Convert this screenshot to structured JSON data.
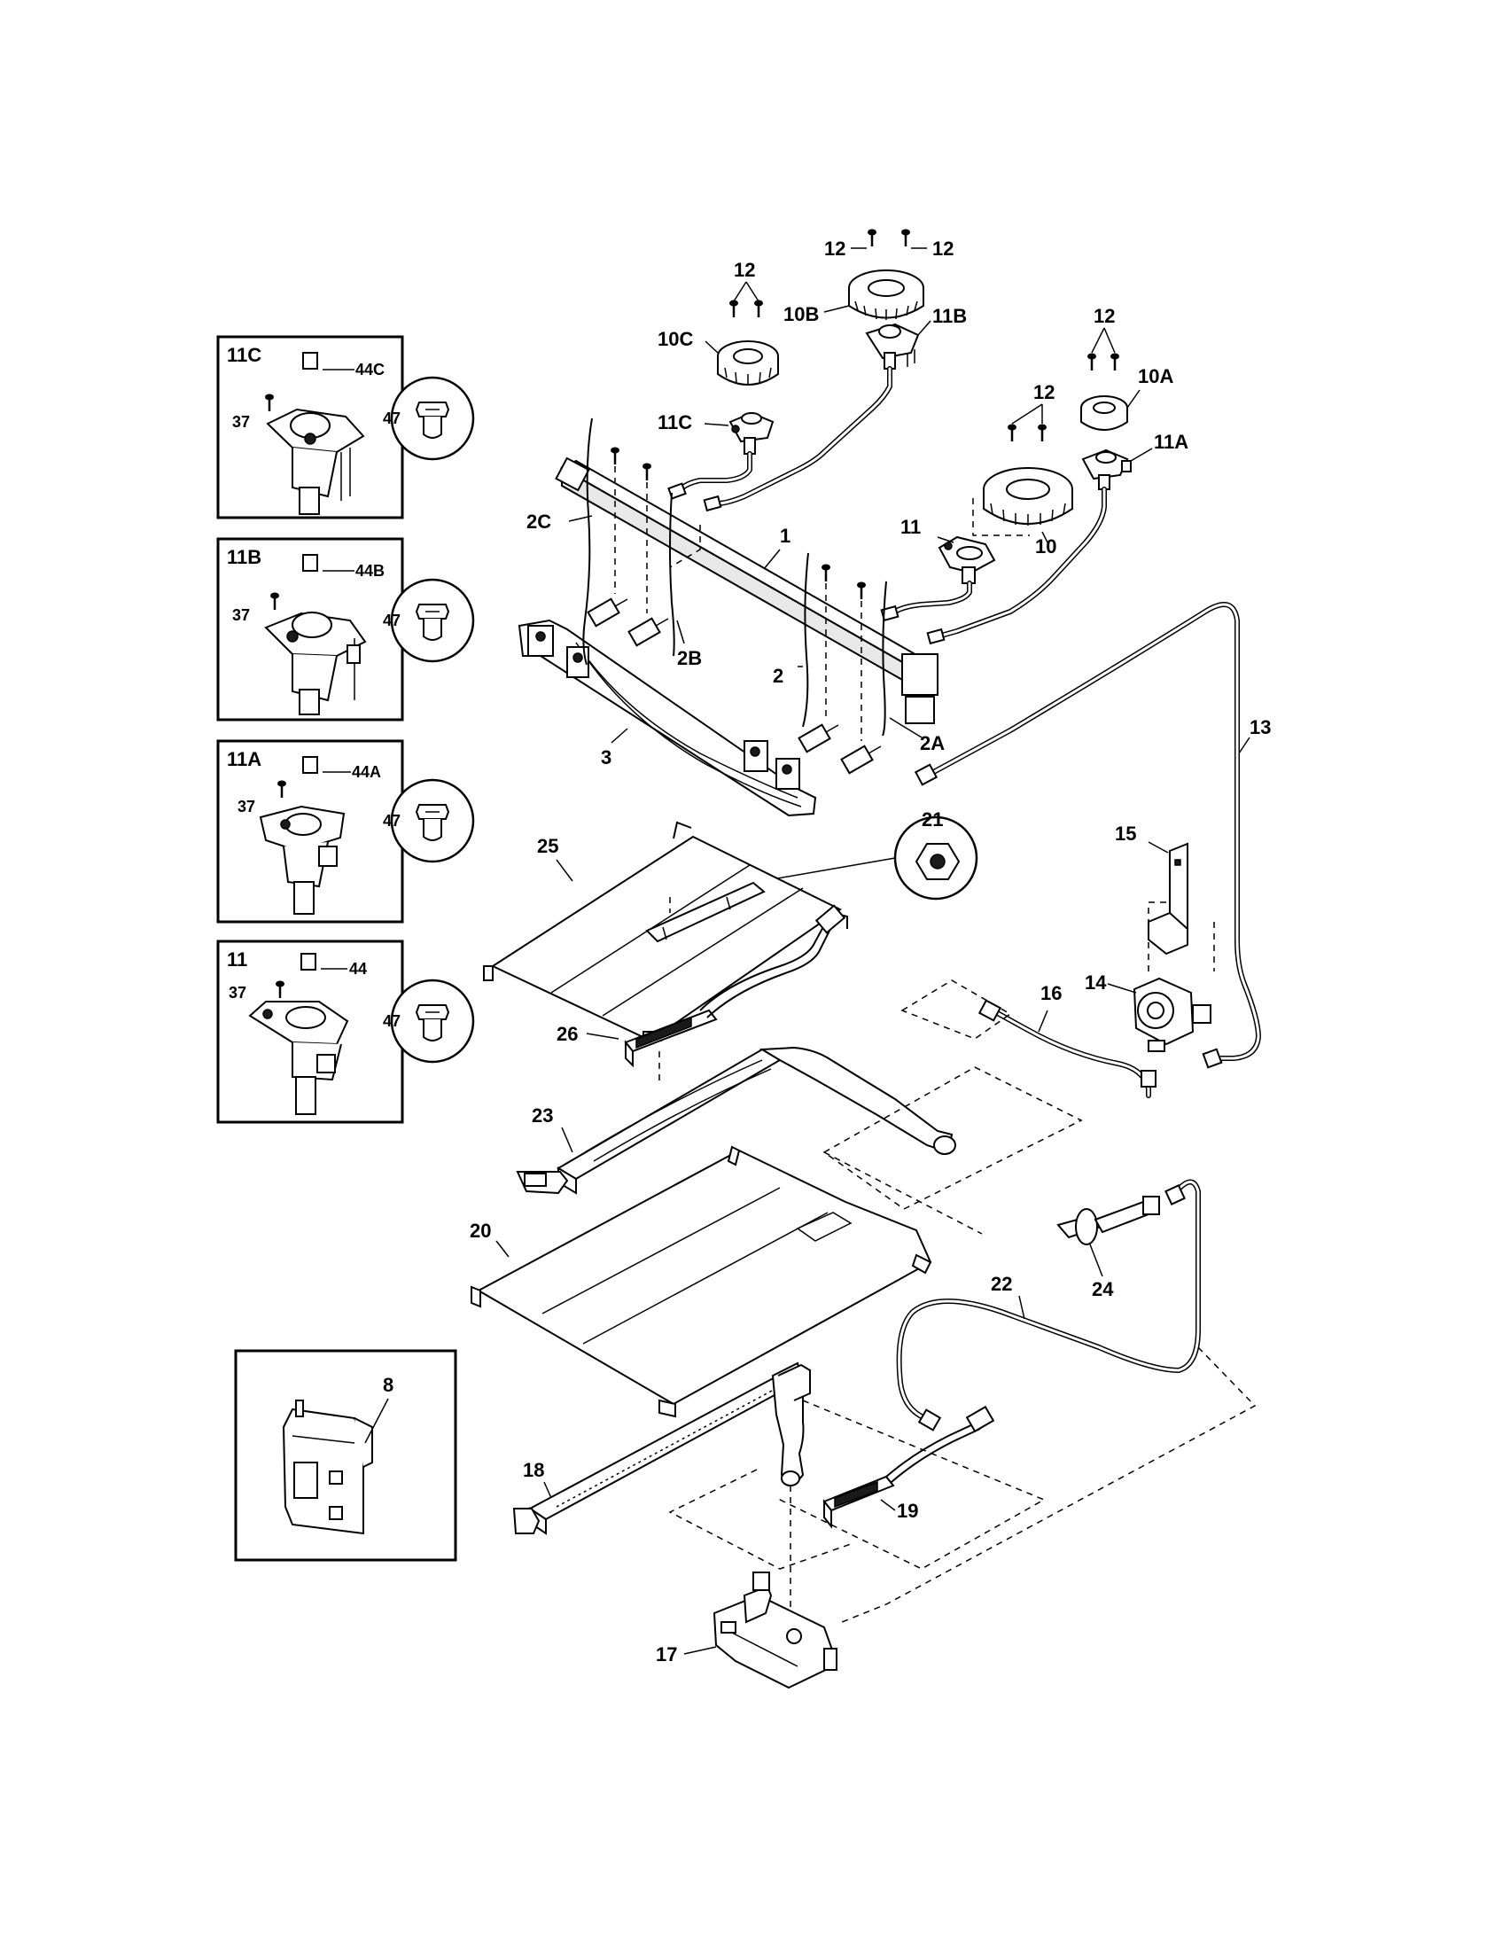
{
  "labels": {
    "l1": "1",
    "l2": "2",
    "l2A": "2A",
    "l2B": "2B",
    "l2C": "2C",
    "l3": "3",
    "l8": "8",
    "l10": "10",
    "l10A": "10A",
    "l10B": "10B",
    "l10C": "10C",
    "l11": "11",
    "l11A": "11A",
    "l11B": "11B",
    "l11C": "11C",
    "l12a": "12",
    "l12b": "12",
    "l12c": "12",
    "l12d": "12",
    "l12e": "12",
    "l13": "13",
    "l14": "14",
    "l15": "15",
    "l16": "16",
    "l17": "17",
    "l18": "18",
    "l19": "19",
    "l20": "20",
    "l21": "21",
    "l22": "22",
    "l23": "23",
    "l24": "24",
    "l25": "25",
    "l26": "26"
  },
  "insets": {
    "c": {
      "title": "11C",
      "screw": "37",
      "cap": "44C",
      "part": "47"
    },
    "b": {
      "title": "11B",
      "screw": "37",
      "cap": "44B",
      "part": "47"
    },
    "a": {
      "title": "11A",
      "screw": "37",
      "cap": "44A",
      "part": "47"
    },
    "d": {
      "title": "11",
      "screw": "37",
      "cap": "44",
      "part": "47"
    }
  }
}
